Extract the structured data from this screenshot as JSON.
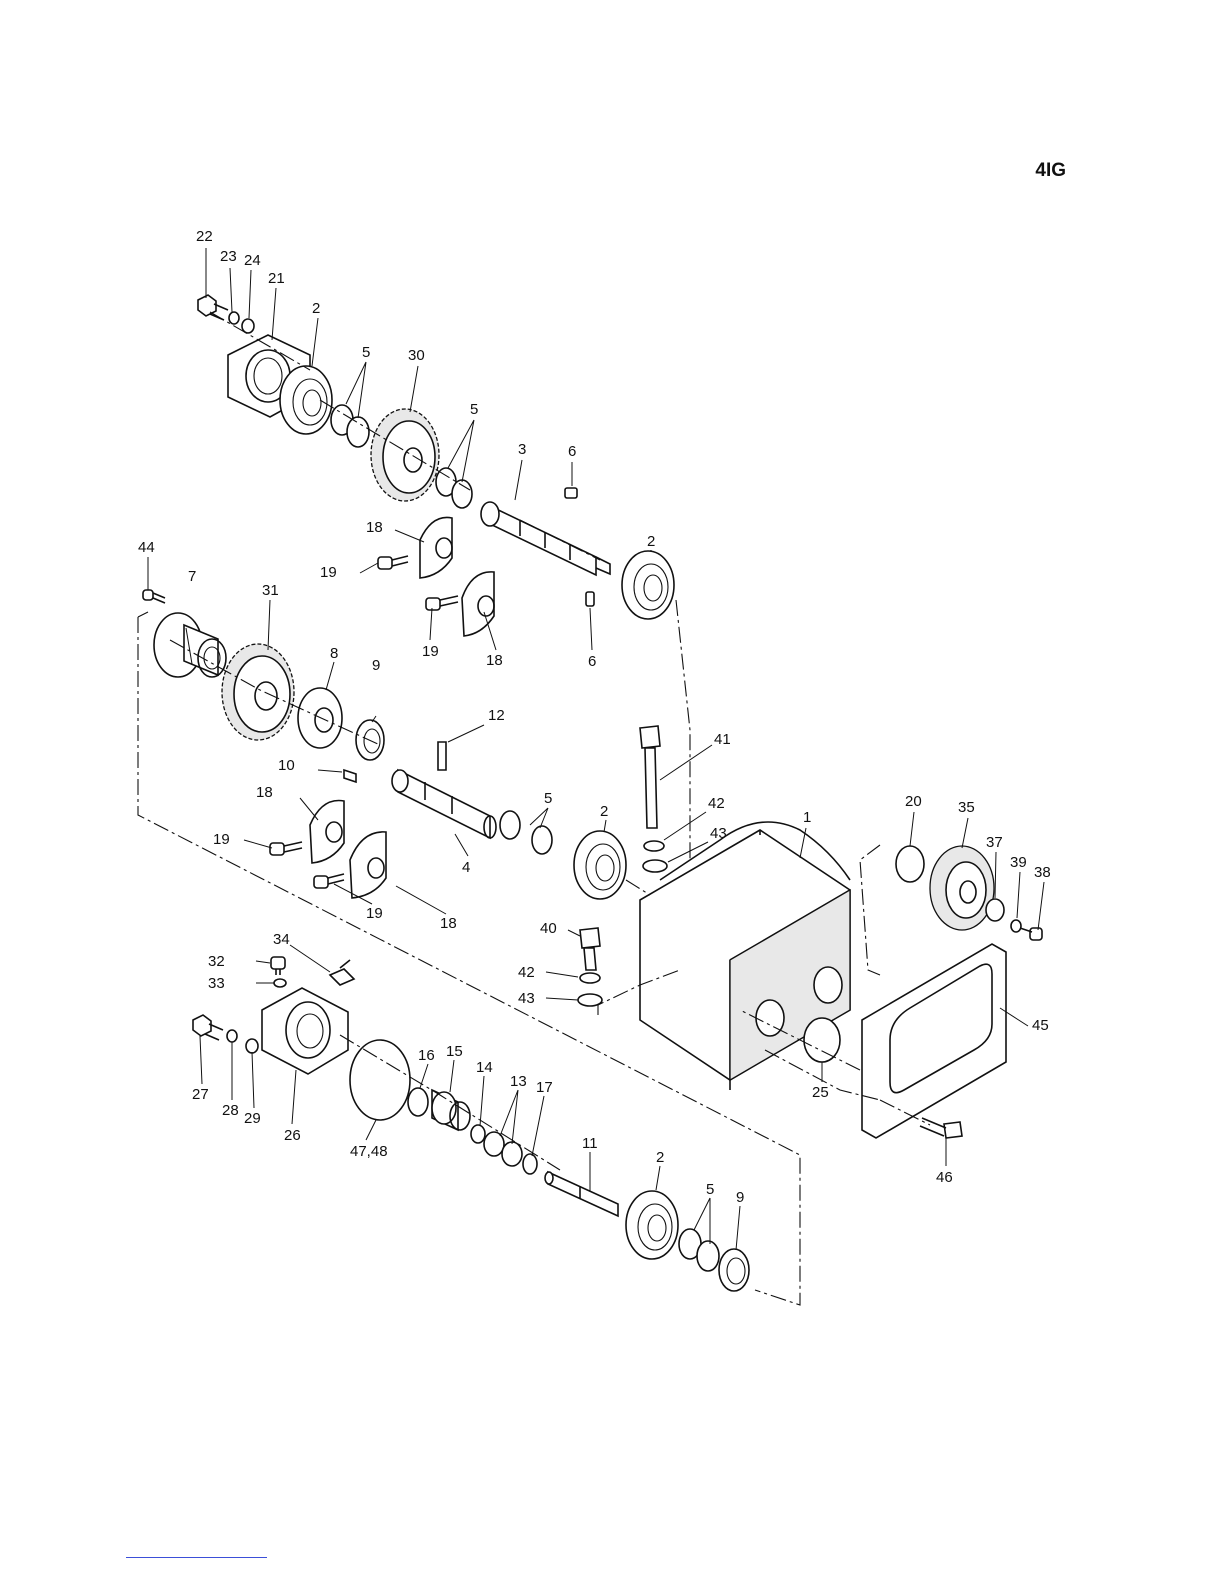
{
  "figure": {
    "code": "4IG"
  },
  "callouts": [
    {
      "id": "c22",
      "label": "22"
    },
    {
      "id": "c23",
      "label": "23"
    },
    {
      "id": "c24",
      "label": "24"
    },
    {
      "id": "c21",
      "label": "21"
    },
    {
      "id": "c2a",
      "label": "2"
    },
    {
      "id": "c5a",
      "label": "5"
    },
    {
      "id": "c30",
      "label": "30"
    },
    {
      "id": "c5b",
      "label": "5"
    },
    {
      "id": "c3",
      "label": "3"
    },
    {
      "id": "c6a",
      "label": "6"
    },
    {
      "id": "c2b",
      "label": "2"
    },
    {
      "id": "c18a",
      "label": "18"
    },
    {
      "id": "c19a",
      "label": "19"
    },
    {
      "id": "c19b",
      "label": "19"
    },
    {
      "id": "c18b",
      "label": "18"
    },
    {
      "id": "c6b",
      "label": "6"
    },
    {
      "id": "c44",
      "label": "44"
    },
    {
      "id": "c7",
      "label": "7"
    },
    {
      "id": "c31",
      "label": "31"
    },
    {
      "id": "c8",
      "label": "8"
    },
    {
      "id": "c9a",
      "label": "9"
    },
    {
      "id": "c12",
      "label": "12"
    },
    {
      "id": "c41",
      "label": "41"
    },
    {
      "id": "c10",
      "label": "10"
    },
    {
      "id": "c18c",
      "label": "18"
    },
    {
      "id": "c5c",
      "label": "5"
    },
    {
      "id": "c2c",
      "label": "2"
    },
    {
      "id": "c42a",
      "label": "42"
    },
    {
      "id": "c43a",
      "label": "43"
    },
    {
      "id": "c1",
      "label": "1"
    },
    {
      "id": "c20",
      "label": "20"
    },
    {
      "id": "c35",
      "label": "35"
    },
    {
      "id": "c37",
      "label": "37"
    },
    {
      "id": "c39",
      "label": "39"
    },
    {
      "id": "c38",
      "label": "38"
    },
    {
      "id": "c19c",
      "label": "19"
    },
    {
      "id": "c4",
      "label": "4"
    },
    {
      "id": "c19d",
      "label": "19"
    },
    {
      "id": "c18d",
      "label": "18"
    },
    {
      "id": "c40",
      "label": "40"
    },
    {
      "id": "c42b",
      "label": "42"
    },
    {
      "id": "c43b",
      "label": "43"
    },
    {
      "id": "c32",
      "label": "32"
    },
    {
      "id": "c34",
      "label": "34"
    },
    {
      "id": "c33",
      "label": "33"
    },
    {
      "id": "c45",
      "label": "45"
    },
    {
      "id": "c27",
      "label": "27"
    },
    {
      "id": "c28",
      "label": "28"
    },
    {
      "id": "c29",
      "label": "29"
    },
    {
      "id": "c26",
      "label": "26"
    },
    {
      "id": "c16",
      "label": "16"
    },
    {
      "id": "c15",
      "label": "15"
    },
    {
      "id": "c14",
      "label": "14"
    },
    {
      "id": "c13",
      "label": "13"
    },
    {
      "id": "c17",
      "label": "17"
    },
    {
      "id": "c25",
      "label": "25"
    },
    {
      "id": "c47",
      "label": "47,48"
    },
    {
      "id": "c11",
      "label": "11"
    },
    {
      "id": "c2d",
      "label": "2"
    },
    {
      "id": "c5d",
      "label": "5"
    },
    {
      "id": "c9b",
      "label": "9"
    },
    {
      "id": "c46",
      "label": "46"
    }
  ]
}
